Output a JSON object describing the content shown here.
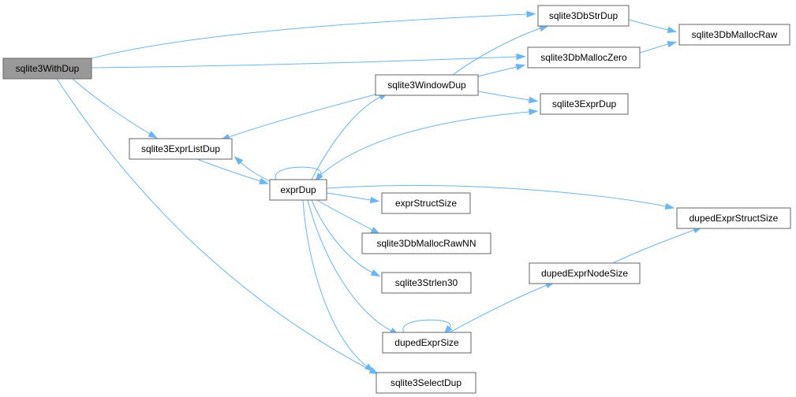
{
  "graph": {
    "colors": {
      "edge": "#63b8ff",
      "node_border": "#666666",
      "root_fill": "#999999",
      "node_fill": "#ffffff"
    },
    "nodes": {
      "sqlite3WithDup": "sqlite3WithDup",
      "sqlite3DbStrDup": "sqlite3DbStrDup",
      "sqlite3DbMallocRaw": "sqlite3DbMallocRaw",
      "sqlite3DbMallocZero": "sqlite3DbMallocZero",
      "sqlite3WindowDup": "sqlite3WindowDup",
      "sqlite3ExprDup": "sqlite3ExprDup",
      "sqlite3ExprListDup": "sqlite3ExprListDup",
      "exprDup": "exprDup",
      "exprStructSize": "exprStructSize",
      "dupedExprStructSize": "dupedExprStructSize",
      "sqlite3DbMallocRawNN": "sqlite3DbMallocRawNN",
      "sqlite3Strlen30": "sqlite3Strlen30",
      "dupedExprNodeSize": "dupedExprNodeSize",
      "dupedExprSize": "dupedExprSize",
      "sqlite3SelectDup": "sqlite3SelectDup"
    },
    "root": "sqlite3WithDup",
    "edges": [
      [
        "sqlite3WithDup",
        "sqlite3DbStrDup"
      ],
      [
        "sqlite3WithDup",
        "sqlite3DbMallocZero"
      ],
      [
        "sqlite3WithDup",
        "sqlite3ExprListDup"
      ],
      [
        "sqlite3WithDup",
        "sqlite3SelectDup"
      ],
      [
        "sqlite3DbStrDup",
        "sqlite3DbMallocRaw"
      ],
      [
        "sqlite3DbMallocZero",
        "sqlite3DbMallocRaw"
      ],
      [
        "sqlite3WindowDup",
        "sqlite3DbStrDup"
      ],
      [
        "sqlite3WindowDup",
        "sqlite3DbMallocZero"
      ],
      [
        "sqlite3WindowDup",
        "sqlite3ExprDup"
      ],
      [
        "sqlite3WindowDup",
        "sqlite3ExprListDup"
      ],
      [
        "sqlite3ExprListDup",
        "exprDup"
      ],
      [
        "exprDup",
        "sqlite3ExprListDup"
      ],
      [
        "exprDup",
        "exprDup"
      ],
      [
        "exprDup",
        "sqlite3WindowDup"
      ],
      [
        "exprDup",
        "sqlite3ExprDup"
      ],
      [
        "exprDup",
        "exprStructSize"
      ],
      [
        "exprDup",
        "dupedExprStructSize"
      ],
      [
        "exprDup",
        "sqlite3DbMallocRawNN"
      ],
      [
        "exprDup",
        "sqlite3Strlen30"
      ],
      [
        "exprDup",
        "dupedExprSize"
      ],
      [
        "exprDup",
        "sqlite3SelectDup"
      ],
      [
        "dupedExprSize",
        "dupedExprSize"
      ],
      [
        "dupedExprSize",
        "dupedExprNodeSize"
      ],
      [
        "dupedExprNodeSize",
        "dupedExprStructSize"
      ]
    ]
  }
}
